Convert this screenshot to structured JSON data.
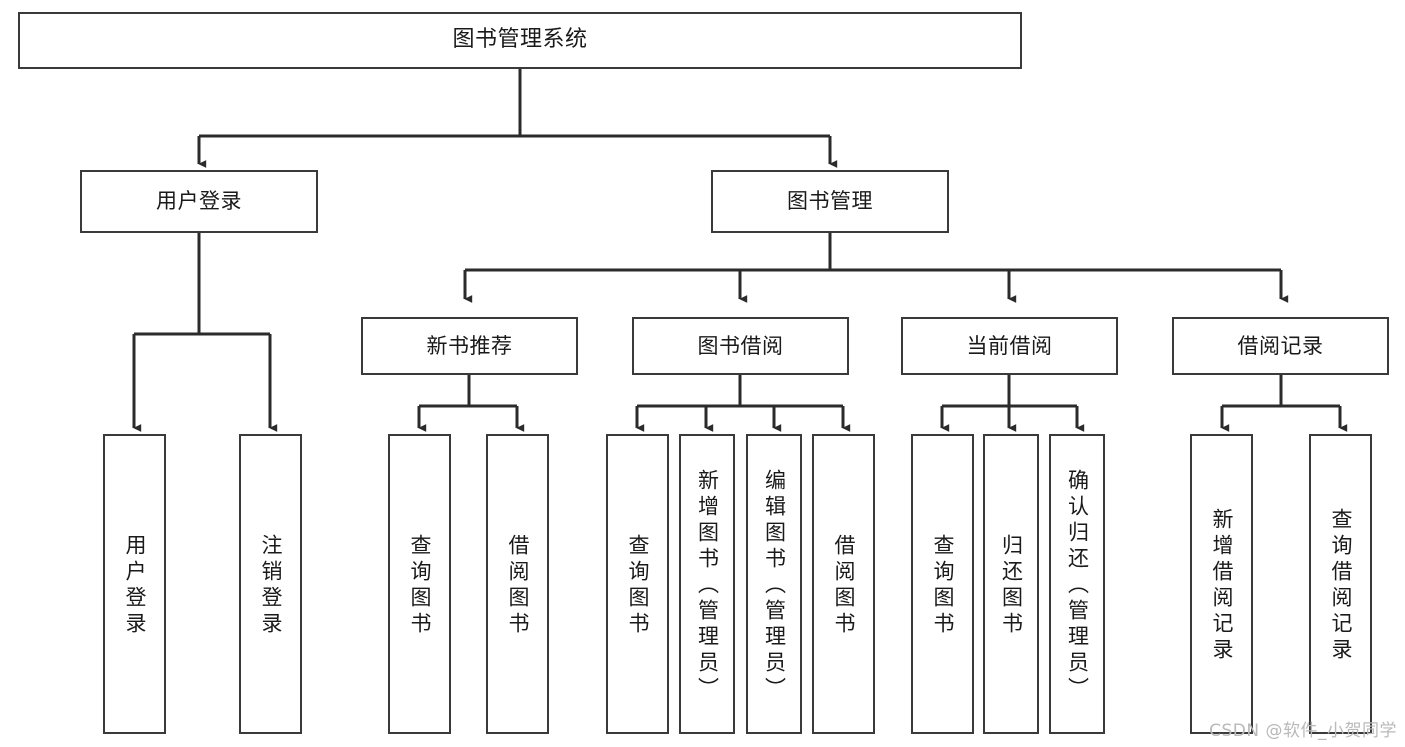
{
  "diagram": {
    "title": "图书管理系统",
    "type": "hierarchy-tree",
    "watermark": "CSDN @软件_小贺同学",
    "colors": {
      "background": "#ffffff",
      "box_border": "#3a3a3a",
      "box_fill": "#ffffff",
      "edge": "#2b2b2b",
      "text": "#1a1a1a",
      "watermark": "#b9b9b9"
    },
    "levels": [
      {
        "level": 1,
        "nodes": [
          {
            "id": "root",
            "label": "图书管理系统",
            "orientation": "horizontal"
          }
        ]
      },
      {
        "level": 2,
        "nodes": [
          {
            "id": "user-login",
            "label": "用户登录",
            "orientation": "horizontal",
            "parent": "root"
          },
          {
            "id": "book-manage",
            "label": "图书管理",
            "orientation": "horizontal",
            "parent": "root"
          }
        ]
      },
      {
        "level": 3,
        "nodes": [
          {
            "id": "new-book-recommend",
            "label": "新书推荐",
            "orientation": "horizontal",
            "parent": "book-manage"
          },
          {
            "id": "book-borrow",
            "label": "图书借阅",
            "orientation": "horizontal",
            "parent": "book-manage"
          },
          {
            "id": "current-borrow",
            "label": "当前借阅",
            "orientation": "horizontal",
            "parent": "book-manage"
          },
          {
            "id": "borrow-record",
            "label": "借阅记录",
            "orientation": "horizontal",
            "parent": "book-manage"
          }
        ]
      },
      {
        "level": 4,
        "nodes": [
          {
            "id": "leaf-user-login",
            "label": "用户登录",
            "orientation": "vertical",
            "parent": "user-login"
          },
          {
            "id": "leaf-logout-login",
            "label": "注销登录",
            "orientation": "vertical",
            "parent": "user-login"
          },
          {
            "id": "leaf-query-book-1",
            "label": "查询图书",
            "orientation": "vertical",
            "parent": "new-book-recommend"
          },
          {
            "id": "leaf-borrow-book-1",
            "label": "借阅图书",
            "orientation": "vertical",
            "parent": "new-book-recommend"
          },
          {
            "id": "leaf-query-book-2",
            "label": "查询图书",
            "orientation": "vertical",
            "parent": "book-borrow"
          },
          {
            "id": "leaf-add-book",
            "label": "新增图书（管理员）",
            "orientation": "vertical",
            "parent": "book-borrow"
          },
          {
            "id": "leaf-edit-book",
            "label": "编辑图书（管理员）",
            "orientation": "vertical",
            "parent": "book-borrow"
          },
          {
            "id": "leaf-borrow-book-2",
            "label": "借阅图书",
            "orientation": "vertical",
            "parent": "book-borrow"
          },
          {
            "id": "leaf-query-book-3",
            "label": "查询图书",
            "orientation": "vertical",
            "parent": "current-borrow"
          },
          {
            "id": "leaf-return-book",
            "label": "归还图书",
            "orientation": "vertical",
            "parent": "current-borrow"
          },
          {
            "id": "leaf-confirm-return",
            "label": "确认归还（管理员）",
            "orientation": "vertical",
            "parent": "current-borrow"
          },
          {
            "id": "leaf-add-record",
            "label": "新增借阅记录",
            "orientation": "vertical",
            "parent": "borrow-record"
          },
          {
            "id": "leaf-query-record",
            "label": "查询借阅记录",
            "orientation": "vertical",
            "parent": "borrow-record"
          }
        ]
      }
    ]
  }
}
